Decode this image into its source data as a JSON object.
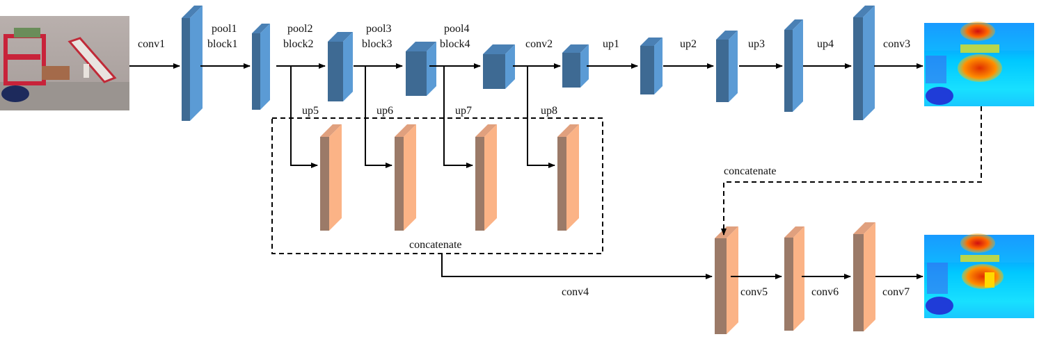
{
  "blocks": {
    "conv1": "conv1",
    "pool1": "pool1",
    "block1": "block1",
    "pool2": "pool2",
    "block2": "block2",
    "pool3": "pool3",
    "block3": "block3",
    "pool4": "pool4",
    "block4": "block4",
    "conv2": "conv2",
    "up1": "up1",
    "up2": "up2",
    "up3": "up3",
    "up4": "up4",
    "conv3": "conv3",
    "up5": "up5",
    "up6": "up6",
    "up7": "up7",
    "up8": "up8",
    "concatenate_inner": "concatenate",
    "concatenate_outer": "concatenate",
    "conv4": "conv4",
    "conv5": "conv5",
    "conv6": "conv6",
    "conv7": "conv7"
  },
  "colors": {
    "encoder_front": "#3e6a93",
    "encoder_side": "#5b9bd5",
    "encoder_top": "#4a80b4",
    "refine_front": "#9b7a68",
    "refine_side": "#fbb386",
    "refine_top": "#e0a07e"
  }
}
